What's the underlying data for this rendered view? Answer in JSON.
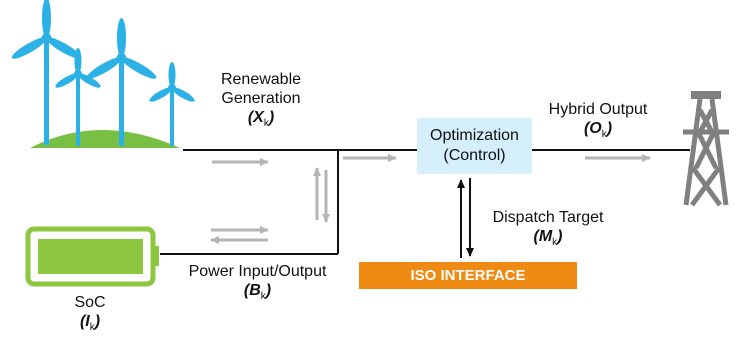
{
  "renewable": {
    "line1": "Renewable",
    "line2": "Generation",
    "symbol": "X",
    "subscript": "k"
  },
  "optimization": {
    "line1": "Optimization",
    "line2": "(Control)"
  },
  "hybrid_output": {
    "label": "Hybrid Output",
    "symbol": "O",
    "subscript": "k"
  },
  "dispatch": {
    "label": "Dispatch Target",
    "symbol": "M",
    "subscript": "k"
  },
  "iso": {
    "label": "ISO INTERFACE"
  },
  "power_io": {
    "label": "Power Input/Output",
    "symbol": "B",
    "subscript": "k"
  },
  "soc": {
    "label": "SoC",
    "symbol": "I",
    "subscript": "k"
  },
  "colors": {
    "turbine": "#2bb1e6",
    "hill": "#77c043",
    "battery": "#8dc63f",
    "tower": "#808080",
    "arrow": "#b5b5b5",
    "opt_box": "#d6effc",
    "iso_box": "#ef8a12"
  },
  "icons": [
    "wind-turbine-icon",
    "battery-icon",
    "transmission-tower-icon"
  ]
}
